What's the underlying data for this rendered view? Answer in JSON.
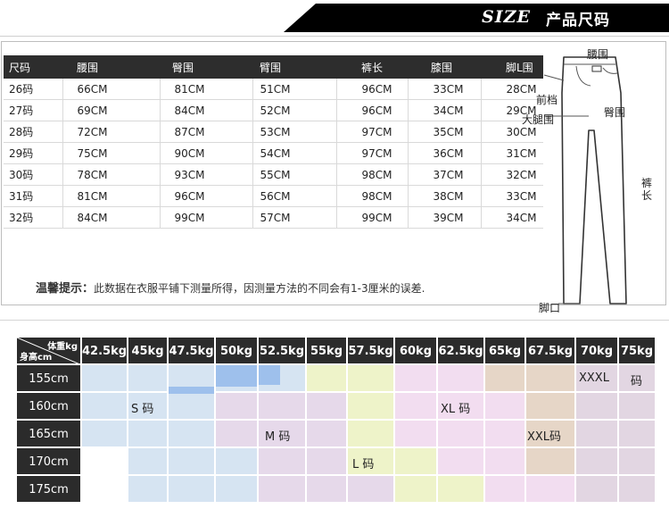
{
  "header": {
    "title_en": "SIZE",
    "title_cn": "产品尺码"
  },
  "size_table": {
    "headers": [
      "尺码",
      "腰围",
      "臀围",
      "臂围",
      "裤长",
      "膝围",
      "脚L围"
    ],
    "rows": [
      [
        "26码",
        "66CM",
        "81CM",
        "51CM",
        "96CM",
        "33CM",
        "28CM"
      ],
      [
        "27码",
        "69CM",
        "84CM",
        "52CM",
        "96CM",
        "34CM",
        "29CM"
      ],
      [
        "28码",
        "72CM",
        "87CM",
        "53CM",
        "97CM",
        "35CM",
        "30CM"
      ],
      [
        "29码",
        "75CM",
        "90CM",
        "54CM",
        "97CM",
        "36CM",
        "31CM"
      ],
      [
        "30码",
        "78CM",
        "93CM",
        "55CM",
        "98CM",
        "37CM",
        "32CM"
      ],
      [
        "31码",
        "81CM",
        "96CM",
        "56CM",
        "98CM",
        "38CM",
        "33CM"
      ],
      [
        "32码",
        "84CM",
        "99CM",
        "57CM",
        "99CM",
        "39CM",
        "34CM"
      ]
    ]
  },
  "note": {
    "prefix": "温馨提示：",
    "text": "此数据在衣服平铺下测量所得，因测量方法的不同会有1-3厘米的误差."
  },
  "diagram": {
    "labels": {
      "waist": "腰围",
      "front_rise": "前档",
      "hip": "臀围",
      "thigh": "大腿围",
      "length_1": "裤",
      "length_2": "长",
      "hem": "脚口"
    }
  },
  "fit_grid": {
    "corner_top": "体重kg",
    "corner_bottom": "身高cm",
    "weights": [
      "42.5kg",
      "45kg",
      "47.5kg",
      "50kg",
      "52.5kg",
      "55kg",
      "57.5kg",
      "60kg",
      "62.5kg",
      "65kg",
      "67.5kg",
      "70kg",
      "75kg"
    ],
    "heights": [
      "155cm",
      "160cm",
      "165cm",
      "170cm",
      "175cm"
    ],
    "zones": {
      "s": "S 码",
      "m": "M 码",
      "l": "L 码",
      "xl": "XL 码",
      "xxl": "XXL码",
      "xxxl": "XXXL",
      "ma": "码"
    },
    "colors": {
      "s": "#d6e4f2",
      "m": "#e6d9ea",
      "l": "#eef3c9",
      "xl": "#f2ddf0",
      "xxl": "#e6d6c7",
      "xxxl": "#e2d6e2",
      "header": "#2b2b2b",
      "s_bar": "#9ec0ec"
    }
  }
}
